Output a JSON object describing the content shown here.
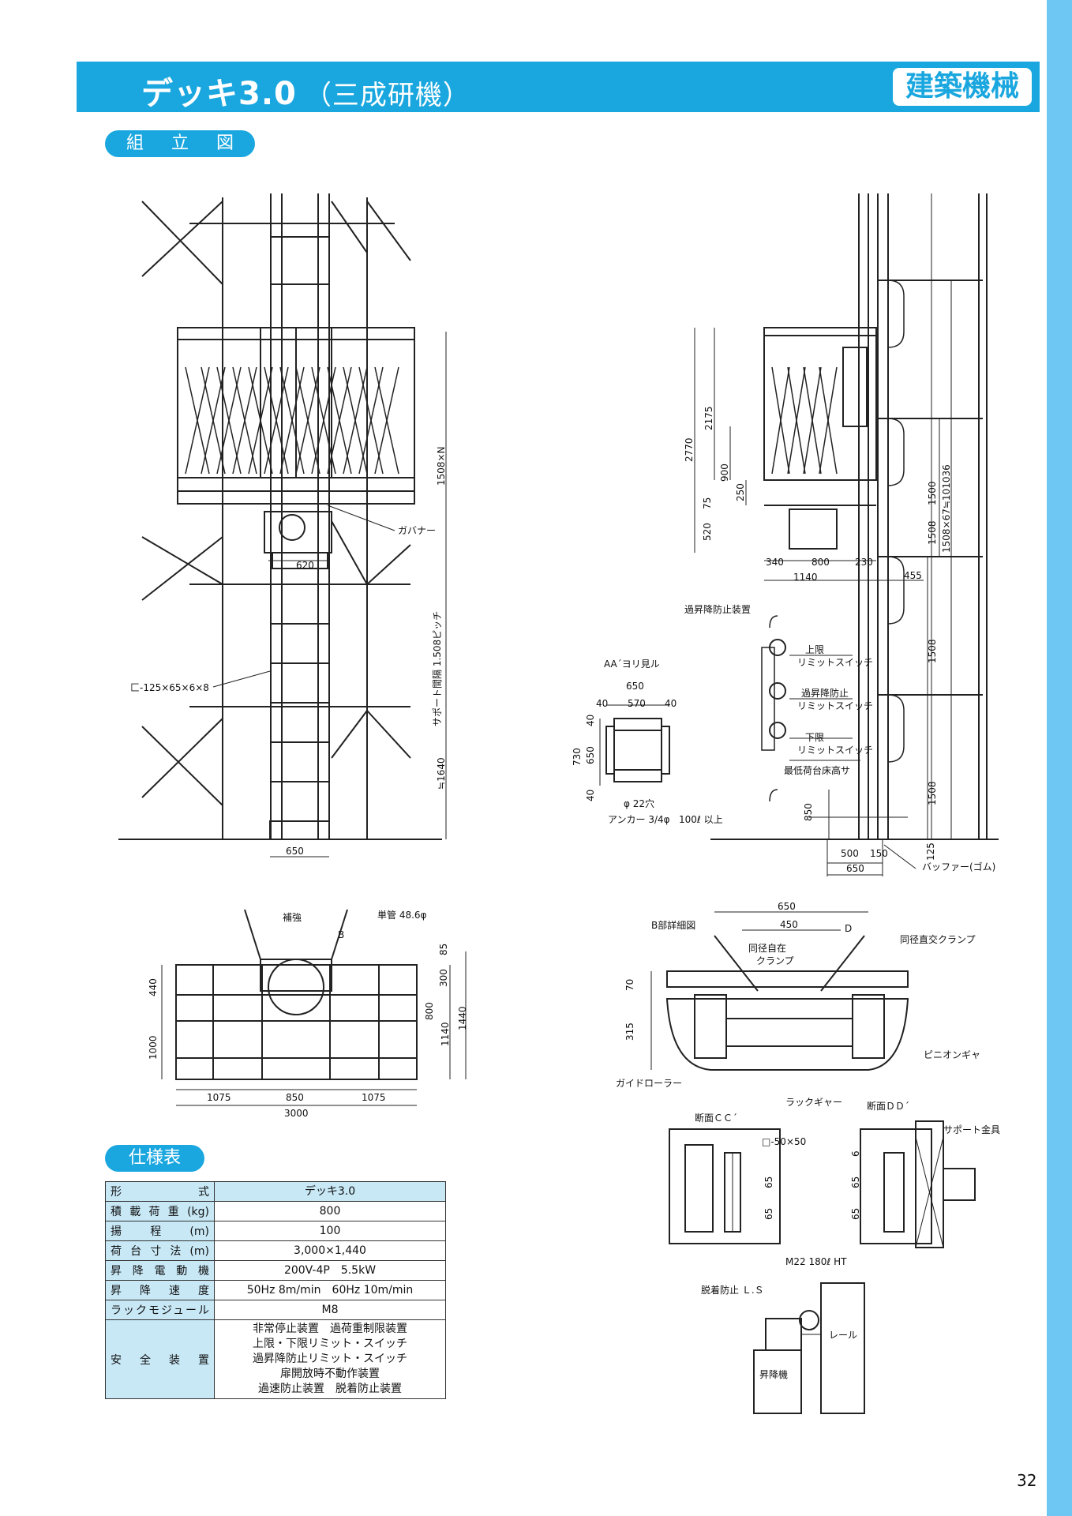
{
  "header": {
    "title": "デッキ3.0",
    "subtitle": "（三成研機）",
    "category": "建築機械"
  },
  "sections": {
    "assembly": "組 立 図",
    "spec": "仕様表"
  },
  "drawing_labels": {
    "governor": "ガバナー",
    "channel": "匚-125×65×6×8",
    "support_pitch": "サポート間隔 1.508ピッチ",
    "h1508n": "1508×N",
    "h1640": "≒1640",
    "w620": "620",
    "w650_base": "650",
    "aa_view": "AA´ヨリ見ル",
    "d650": "650",
    "d40a": "40",
    "d570": "570",
    "d40b": "40",
    "d730": "730",
    "d650v": "650",
    "d40c": "40",
    "d40d": "40",
    "hole": "φ 22穴",
    "anchor": "アンカー 3/4φ",
    "oil": "100ℓ 以上",
    "d2770": "2770",
    "d2175": "2175",
    "d900": "900",
    "d250": "250",
    "d75": "75",
    "d520": "520",
    "d340": "340",
    "d800": "800",
    "d230": "230",
    "d1140": "1140",
    "d455": "455",
    "d1500": "1500",
    "d1508a": "1508",
    "d1508b": "1508",
    "d1508c": "1508",
    "d_total": "1508×67≒101036",
    "overrun": "過昇降防止装置",
    "upper_limit": "上限",
    "limit_sw1": "リミットスイッチ",
    "overrun_sw": "過昇降防止",
    "limit_sw2": "リミットスイッチ",
    "lower_limit": "下限",
    "limit_sw3": "リミットスイッチ",
    "min_floor": "最低荷台床高サ",
    "d850": "850",
    "d500": "500",
    "d150": "150",
    "d650b": "650",
    "d125": "125",
    "buffer": "バッファー(ゴム)",
    "reinforce": "補強",
    "single_pipe": "単管 48.6φ",
    "mark_b": "B",
    "d85": "85",
    "d300": "300",
    "d440": "440",
    "d1000": "1000",
    "d800b": "800",
    "d1140b": "1140",
    "d1440": "1440",
    "d1075a": "1075",
    "d850b": "850",
    "d1075b": "1075",
    "d3000": "3000",
    "b_detail": "B部詳細図",
    "b650": "650",
    "b450": "450",
    "swivel_clamp": "同径自在",
    "clamp": "クランプ",
    "mark_d": "D",
    "right_clamp": "同径直交クランプ",
    "b70": "70",
    "b315": "315",
    "pinion": "ピニオンギャ",
    "guide_roller": "ガイドローラー",
    "rack_gear": "ラックギャー",
    "section_cc": "断面ＣＣ´",
    "section_dd": "断面ＤＤ´",
    "support_fitting": "サポート金具",
    "square_pipe": "□-50×50",
    "c65a": "65",
    "c65b": "65",
    "d6": "6",
    "d65a": "65",
    "d65b": "65",
    "bolt": "M22 180ℓ HT",
    "derail": "脱着防止 Ｌ.Ｓ",
    "rail": "レール",
    "hoist": "昇降機"
  },
  "spec_table": {
    "rows": [
      {
        "label": "形式",
        "value": [
          "デッキ3.0"
        ]
      },
      {
        "label": "積載荷重(kg)",
        "value": [
          "800"
        ]
      },
      {
        "label": "揚程(m)",
        "value": [
          "100"
        ]
      },
      {
        "label": "荷台寸法(m)",
        "value": [
          "3,000×1,440"
        ]
      },
      {
        "label": "昇降電動機",
        "value": [
          "200V-4P　5.5kW"
        ]
      },
      {
        "label": "昇降速度",
        "value": [
          "50Hz 8m/min　60Hz 10m/min"
        ]
      },
      {
        "label": "ラックモジュール",
        "value": [
          "M8"
        ]
      },
      {
        "label": "安全装置",
        "value": [
          "非常停止装置　過荷重制限装置",
          "上限・下限リミット・スイッチ",
          "過昇降防止リミット・スイッチ",
          "扉開放時不動作装置",
          "過速防止装置　脱着防止装置"
        ]
      }
    ]
  },
  "page_number": "32"
}
